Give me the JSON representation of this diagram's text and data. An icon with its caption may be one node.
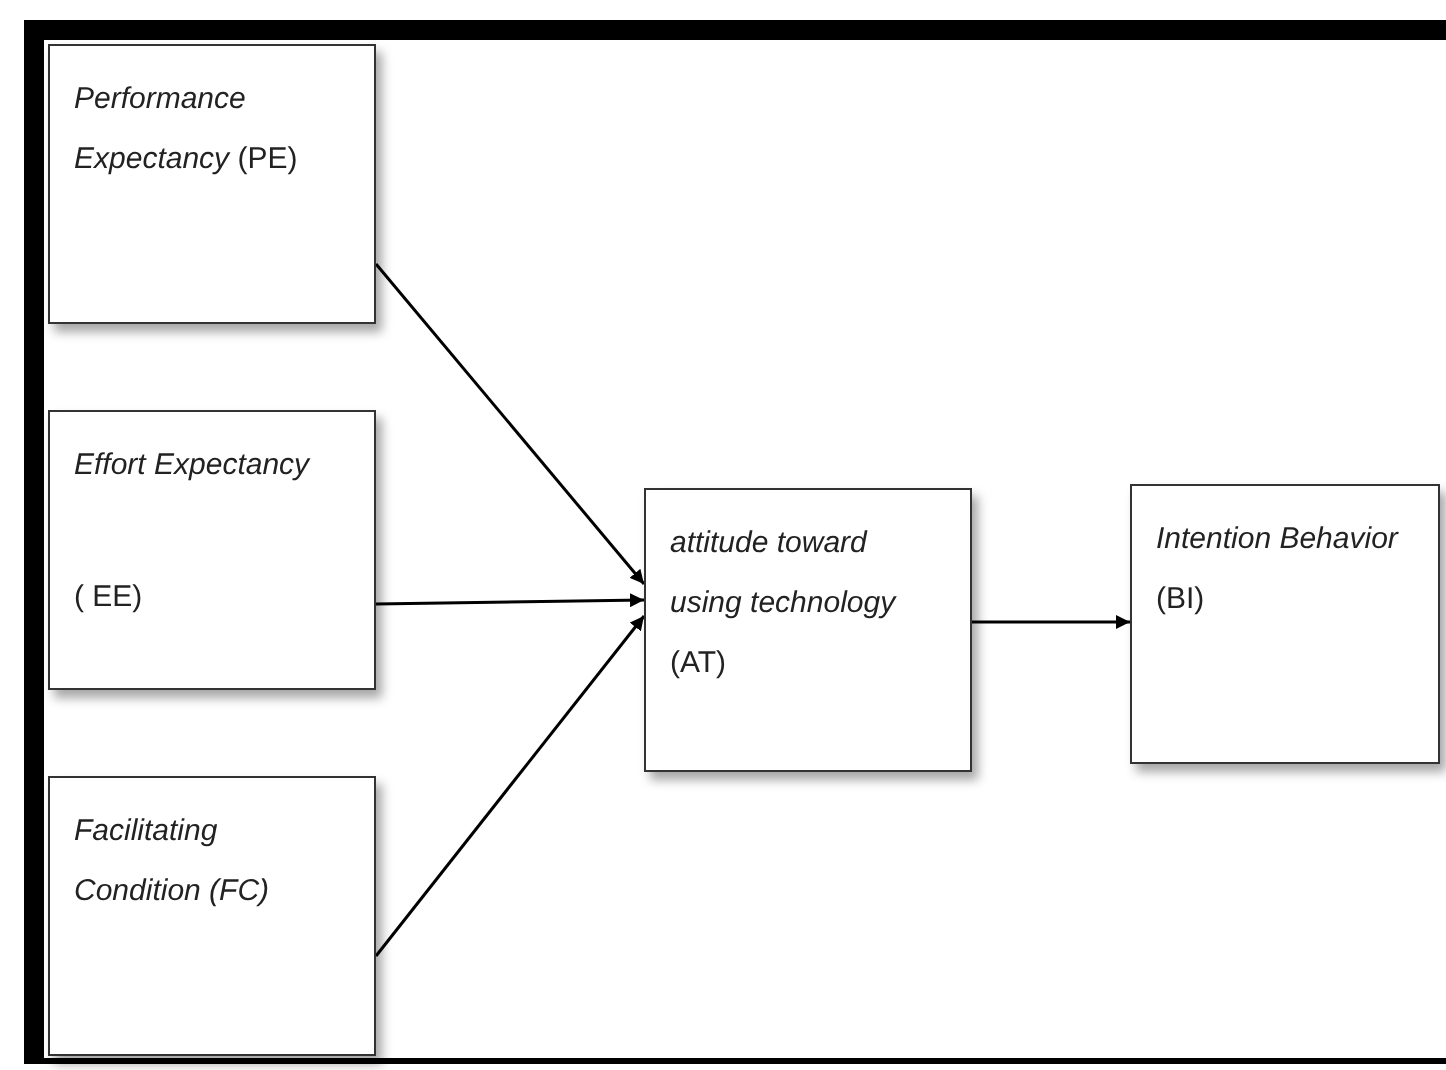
{
  "diagram": {
    "nodes": [
      {
        "text": [
          "*Performance Expectancy* (PE)"
        ]
      },
      {
        "text": [
          "Effort Expectancy",
          "( EE)"
        ]
      },
      {
        "text": [
          "Facilitating Condition (FC)"
        ]
      },
      {
        "text": [
          "*attitude toward using technology* (AT)"
        ]
      },
      {
        "text": [
          "*Intention Behavior* (BI)"
        ]
      }
    ],
    "edges": [
      {
        "from": 0,
        "to": 3,
        "arrow": "to"
      },
      {
        "from": 1,
        "to": 3,
        "arrow": "to"
      },
      {
        "from": 2,
        "to": 3,
        "arrow": "to"
      },
      {
        "from": 3,
        "to": 4,
        "arrow": "to"
      }
    ]
  }
}
